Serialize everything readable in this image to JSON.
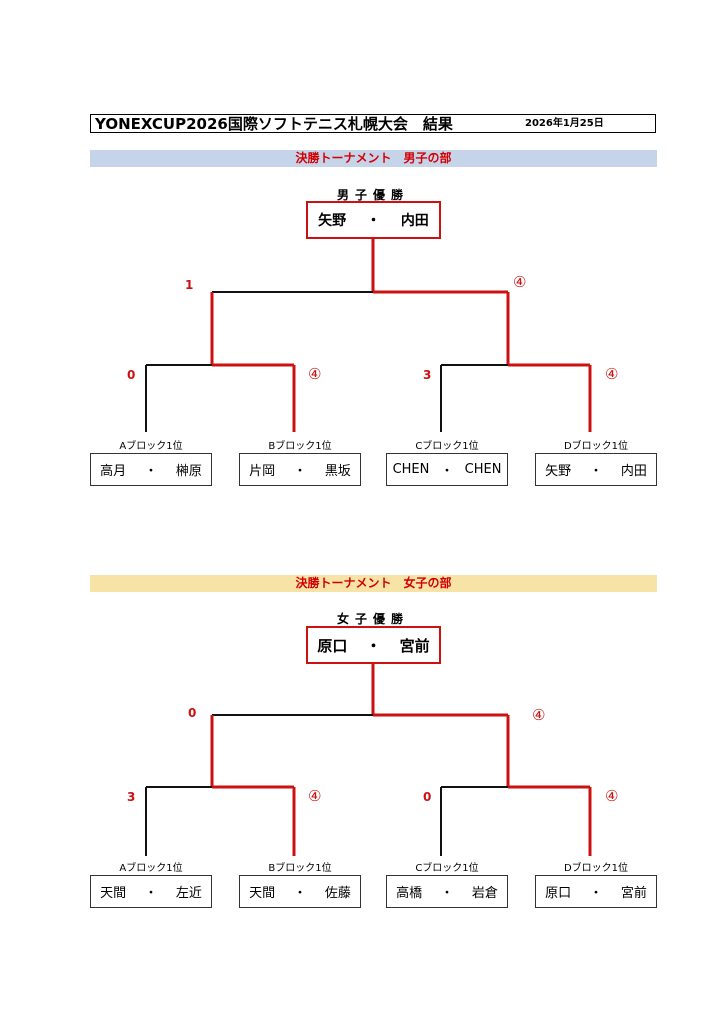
{
  "header": {
    "title": "YONEXCUP2026国際ソフトテニス札幌大会　結果",
    "date": "2026年1月25日"
  },
  "colors": {
    "winner_line": "#cc1111",
    "loser_line": "#111111",
    "men_banner": "#c6d4ea",
    "women_banner": "#f7e3a6",
    "banner_text": "#d40000"
  },
  "men": {
    "banner": "決勝トーナメント　男子の部",
    "champion_label": "男子優勝",
    "champion": {
      "p1": "矢野",
      "sep": "・",
      "p2": "内田"
    },
    "final": {
      "left_score": "1",
      "right_score": "④"
    },
    "semis": [
      {
        "left_score": "0",
        "right_score": "④"
      },
      {
        "left_score": "3",
        "right_score": "④"
      }
    ],
    "teams": [
      {
        "block": "Aブロック1位",
        "p1": "高月",
        "sep": "・",
        "p2": "榊原"
      },
      {
        "block": "Bブロック1位",
        "p1": "片岡",
        "sep": "・",
        "p2": "黒坂"
      },
      {
        "block": "Cブロック1位",
        "p1": "CHEN",
        "sep": "・",
        "p2": "CHEN"
      },
      {
        "block": "Dブロック1位",
        "p1": "矢野",
        "sep": "・",
        "p2": "内田"
      }
    ]
  },
  "women": {
    "banner": "決勝トーナメント　女子の部",
    "champion_label": "女子優勝",
    "champion": {
      "p1": "原口",
      "sep": "・",
      "p2": "宮前"
    },
    "final": {
      "left_score": "0",
      "right_score": "④"
    },
    "semis": [
      {
        "left_score": "3",
        "right_score": "④"
      },
      {
        "left_score": "0",
        "right_score": "④"
      }
    ],
    "teams": [
      {
        "block": "Aブロック1位",
        "p1": "天間",
        "sep": "・",
        "p2": "左近"
      },
      {
        "block": "Bブロック1位",
        "p1": "天間",
        "sep": "・",
        "p2": "佐藤"
      },
      {
        "block": "Cブロック1位",
        "p1": "高橋",
        "sep": "・",
        "p2": "岩倉"
      },
      {
        "block": "Dブロック1位",
        "p1": "原口",
        "sep": "・",
        "p2": "宮前"
      }
    ]
  }
}
